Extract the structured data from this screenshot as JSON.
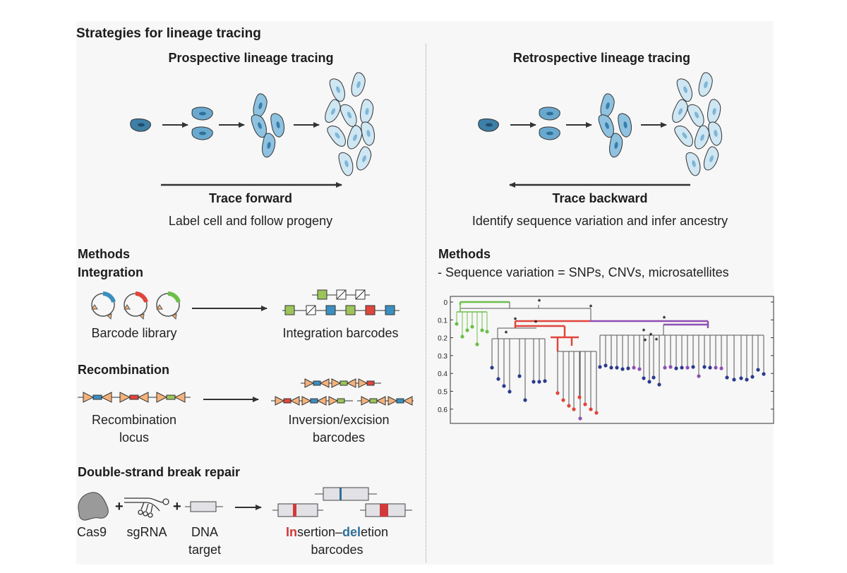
{
  "title": "Strategies for lineage tracing",
  "prospective": {
    "title": "Prospective lineage tracing",
    "arrow_label": "Trace forward",
    "description": "Label cell and follow progeny"
  },
  "retrospective": {
    "title": "Retrospective lineage tracing",
    "arrow_label": "Trace backward",
    "description": "Identify sequence variation and infer ancestry",
    "methods_heading": "Methods",
    "methods_note": "-  Sequence variation = SNPs, CNVs, microsatellites"
  },
  "methods": {
    "heading": "Methods",
    "integration": {
      "heading": "Integration",
      "left_label": "Barcode library",
      "right_label": "Integration barcodes"
    },
    "recombination": {
      "heading": "Recombination",
      "left_label_1": "Recombination",
      "left_label_2": "locus",
      "right_label_1": "Inversion/excision",
      "right_label_2": "barcodes"
    },
    "dsb": {
      "heading": "Double-strand break repair",
      "cas9": "Cas9",
      "sgrna": "sgRNA",
      "dna_1": "DNA",
      "dna_2": "target",
      "plus": "+",
      "indel_in": "In",
      "indel_mid": "sertion–",
      "indel_del": "del",
      "indel_end": "etion",
      "indel_line2": "barcodes"
    }
  },
  "tree": {
    "y_ticks": [
      "0",
      "0.1",
      "0.2",
      "0.3",
      "0.4",
      "0.5",
      "0.6"
    ],
    "marker": "*"
  },
  "colors": {
    "cell_dark": "#3d7fa6",
    "cell_light": "#cfe6f3",
    "green": "#6cbf4a",
    "red": "#e0453c",
    "purple": "#8e4fb3",
    "navy": "#2b3a8c",
    "teal": "#3a8fc0",
    "orange": "#f4b27a",
    "indel_red": "#d03a3a",
    "indel_blue": "#2f6f96"
  }
}
